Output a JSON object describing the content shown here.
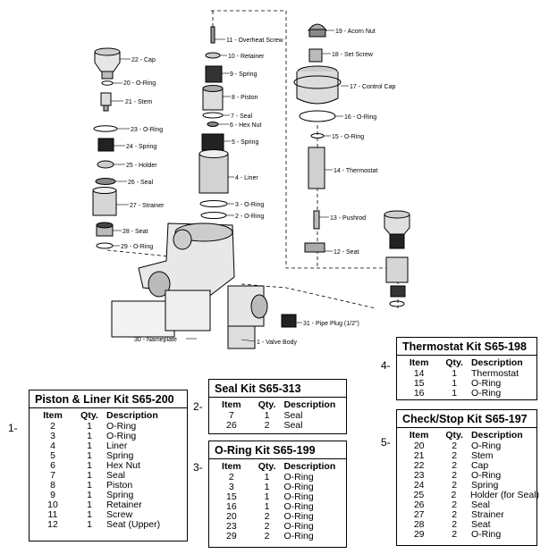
{
  "parts": [
    {
      "id": "p22",
      "label": "22 - Cap"
    },
    {
      "id": "p20",
      "label": "20 - O-Ring"
    },
    {
      "id": "p21",
      "label": "21 - Stem"
    },
    {
      "id": "p23",
      "label": "23 - O-Ring"
    },
    {
      "id": "p24",
      "label": "24 - Spring"
    },
    {
      "id": "p25",
      "label": "25 - Holder"
    },
    {
      "id": "p26",
      "label": "26 - Seal"
    },
    {
      "id": "p27",
      "label": "27 - Strainer"
    },
    {
      "id": "p28",
      "label": "28 - Seat"
    },
    {
      "id": "p29",
      "label": "29 - O-Ring"
    },
    {
      "id": "p11",
      "label": "11 - Overheat Screw"
    },
    {
      "id": "p10",
      "label": "10 - Retainer"
    },
    {
      "id": "p9",
      "label": "9 - Spring"
    },
    {
      "id": "p8",
      "label": "8 - Piston"
    },
    {
      "id": "p7",
      "label": "7 - Seal"
    },
    {
      "id": "p6",
      "label": "6 - Hex Nut"
    },
    {
      "id": "p5",
      "label": "5 - Spring"
    },
    {
      "id": "p4",
      "label": "4 - Liner"
    },
    {
      "id": "p3",
      "label": "3 - O-Ring"
    },
    {
      "id": "p2",
      "label": "2 - O-Ring"
    },
    {
      "id": "p19",
      "label": "19 - Acorn Nut"
    },
    {
      "id": "p18",
      "label": "18 - Set Screw"
    },
    {
      "id": "p17",
      "label": "17 - Control Cap"
    },
    {
      "id": "p16",
      "label": "16 - O-Ring"
    },
    {
      "id": "p15",
      "label": "15 - O-Ring"
    },
    {
      "id": "p14",
      "label": "14 - Thermostat"
    },
    {
      "id": "p13",
      "label": "13 - Pushrod"
    },
    {
      "id": "p12",
      "label": "12 - Seat"
    },
    {
      "id": "p31",
      "label": "31 - Pipe Plug (1/2\")"
    },
    {
      "id": "p30",
      "label": "30 - Nameplate"
    },
    {
      "id": "p1",
      "label": "1 - Valve Body"
    }
  ],
  "kits": [
    {
      "num": "1-",
      "title": "Piston & Liner Kit S65-200",
      "headers": {
        "item": "Item",
        "qty": "Qty.",
        "desc": "Description"
      },
      "rows": [
        [
          "2",
          "1",
          "O-Ring"
        ],
        [
          "3",
          "1",
          "O-Ring"
        ],
        [
          "4",
          "1",
          "Liner"
        ],
        [
          "5",
          "1",
          "Spring"
        ],
        [
          "6",
          "1",
          "Hex Nut"
        ],
        [
          "7",
          "1",
          "Seal"
        ],
        [
          "8",
          "1",
          "Piston"
        ],
        [
          "9",
          "1",
          "Spring"
        ],
        [
          "10",
          "1",
          "Retainer"
        ],
        [
          "11",
          "1",
          "Screw"
        ],
        [
          "12",
          "1",
          "Seat (Upper)"
        ]
      ]
    },
    {
      "num": "2-",
      "title": "Seal Kit S65-313",
      "headers": {
        "item": "Item",
        "qty": "Qty.",
        "desc": "Description"
      },
      "rows": [
        [
          "7",
          "1",
          "Seal"
        ],
        [
          "26",
          "2",
          "Seal"
        ]
      ]
    },
    {
      "num": "3-",
      "title": "O-Ring Kit S65-199",
      "headers": {
        "item": "Item",
        "qty": "Qty.",
        "desc": "Description"
      },
      "rows": [
        [
          "2",
          "1",
          "O-Ring"
        ],
        [
          "3",
          "1",
          "O-Ring"
        ],
        [
          "15",
          "1",
          "O-Ring"
        ],
        [
          "16",
          "1",
          "O-Ring"
        ],
        [
          "20",
          "2",
          "O-Ring"
        ],
        [
          "23",
          "2",
          "O-Ring"
        ],
        [
          "29",
          "2",
          "O-Ring"
        ]
      ]
    },
    {
      "num": "4-",
      "title": "Thermostat Kit S65-198",
      "headers": {
        "item": "Item",
        "qty": "Qty.",
        "desc": "Description"
      },
      "rows": [
        [
          "14",
          "1",
          "Thermostat"
        ],
        [
          "15",
          "1",
          "O-Ring"
        ],
        [
          "16",
          "1",
          "O-Ring"
        ]
      ]
    },
    {
      "num": "5-",
      "title": "Check/Stop Kit S65-197",
      "headers": {
        "item": "Item",
        "qty": "Qty.",
        "desc": "Description"
      },
      "rows": [
        [
          "20",
          "2",
          "O-Ring"
        ],
        [
          "21",
          "2",
          "Stem"
        ],
        [
          "22",
          "2",
          "Cap"
        ],
        [
          "23",
          "2",
          "O-Ring"
        ],
        [
          "24",
          "2",
          "Spring"
        ],
        [
          "25",
          "2",
          "Holder (for Seal)"
        ],
        [
          "26",
          "2",
          "Seal"
        ],
        [
          "27",
          "2",
          "Strainer"
        ],
        [
          "28",
          "2",
          "Seat"
        ],
        [
          "29",
          "2",
          "O-Ring"
        ]
      ]
    }
  ]
}
